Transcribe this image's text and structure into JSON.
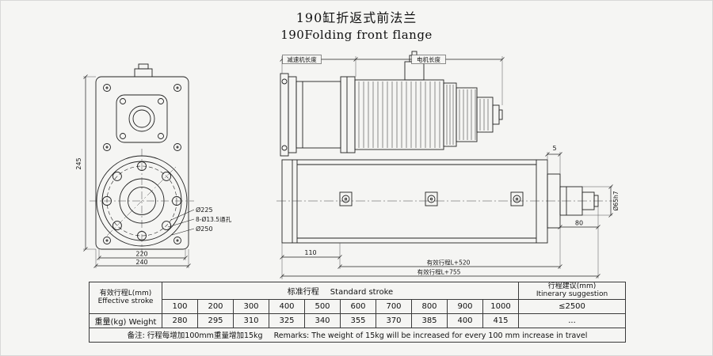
{
  "title": {
    "zh": "190缸折返式前法兰",
    "en": "190Folding front flange"
  },
  "drawing": {
    "front": {
      "dim_height": "245",
      "dim_w1": "220",
      "dim_w2": "240",
      "bolt_circle": "Ø225",
      "holes": "8-Ø13.5通孔",
      "flange_dia": "Ø250"
    },
    "side": {
      "reducer_len": "减速机长度",
      "motor_len": "电机长度",
      "dim_flange": "5",
      "shaft_dia": "Ø65h7",
      "shaft_len": "80",
      "dim_offset": "110",
      "stroke1": "有效行程L+520",
      "stroke2": "有效行程L+755"
    }
  },
  "table": {
    "effective_stroke_zh": "有效行程L(mm)",
    "effective_stroke_en": "Effective stroke",
    "standard_stroke_zh": "标准行程",
    "standard_stroke_en": "Standard stroke",
    "suggestion_zh": "行程建议(mm)",
    "suggestion_en": "Itinerary suggestion",
    "stroke_values": [
      "100",
      "200",
      "300",
      "400",
      "500",
      "600",
      "700",
      "800",
      "900",
      "1000"
    ],
    "suggestion_value": "≤2500",
    "weight_zh": "重量(kg)",
    "weight_en": "Weight",
    "weight_values": [
      "280",
      "295",
      "310",
      "325",
      "340",
      "355",
      "370",
      "385",
      "400",
      "415"
    ],
    "weight_suggestion": "...",
    "remarks_zh": "备注: 行程每增加100mm重量增加15kg",
    "remarks_en": "Remarks: The weight of 15kg will be increased for every 100 mm increase in travel"
  }
}
